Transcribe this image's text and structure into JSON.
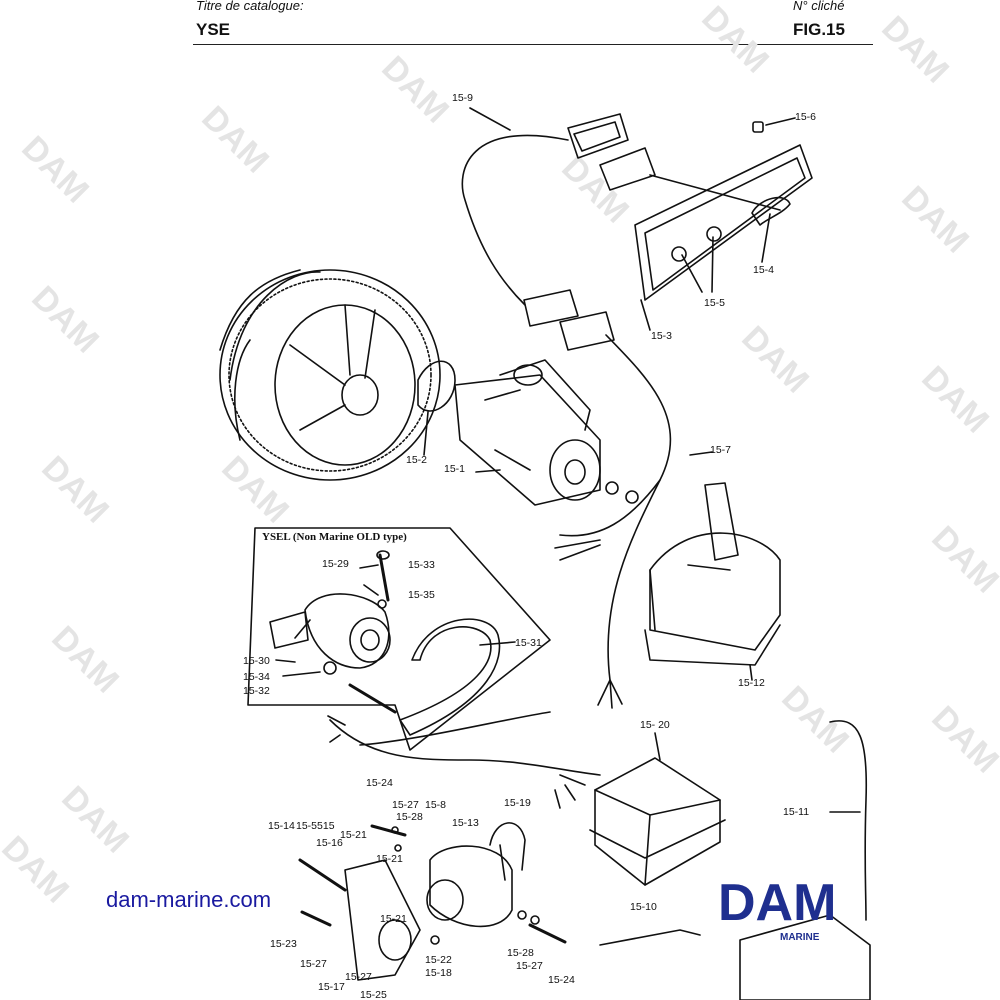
{
  "header": {
    "catalogue_label": "Titre de catalogue:",
    "catalogue_value": "YSE",
    "cliche_label": "N° cliché",
    "cliche_value": "FIG.15"
  },
  "inset": {
    "title": "YSEL (Non Marine OLD type)"
  },
  "callouts": {
    "c15_9": "15-9",
    "c15_6": "15-6",
    "c15_4": "15-4",
    "c15_5": "15-5",
    "c15_3": "15-3",
    "c15_7": "15-7",
    "c15_2": "15-2",
    "c15_1": "15-1",
    "c15_12": "15-12",
    "c15_29": "15-29",
    "c15_33": "15-33",
    "c15_35": "15-35",
    "c15_31": "15-31",
    "c15_30": "15-30",
    "c15_34": "15-34",
    "c15_32": "15-32",
    "c15_20": "15- 20",
    "c15_11": "15-11",
    "c15_24a": "15-24",
    "c15_27a": "15-27",
    "c15_8": "15-8",
    "c15_28a": "15-28",
    "c15_19": "15-19",
    "c15_13": "15-13",
    "c15_14": "15-14",
    "c15_5515": "15-5515",
    "c15_16": "15-16",
    "c15_21a": "15-21",
    "c15_21b": "15-21",
    "c15_21c": "15-21",
    "c15_23": "15-23",
    "c15_27b": "15-27",
    "c15_22": "15-22",
    "c15_18": "15-18",
    "c15_27c": "15-27",
    "c15_17": "15-17",
    "c15_25": "15-25",
    "c15_28b": "15-28",
    "c15_27d": "15-27",
    "c15_24b": "15-24",
    "c15_10": "15-10"
  },
  "watermark": "DAM",
  "footer": {
    "site": "dam-marine.com"
  },
  "logo": {
    "main": "DAM",
    "sub": "MARINE",
    "color": "#1f2f8f"
  }
}
